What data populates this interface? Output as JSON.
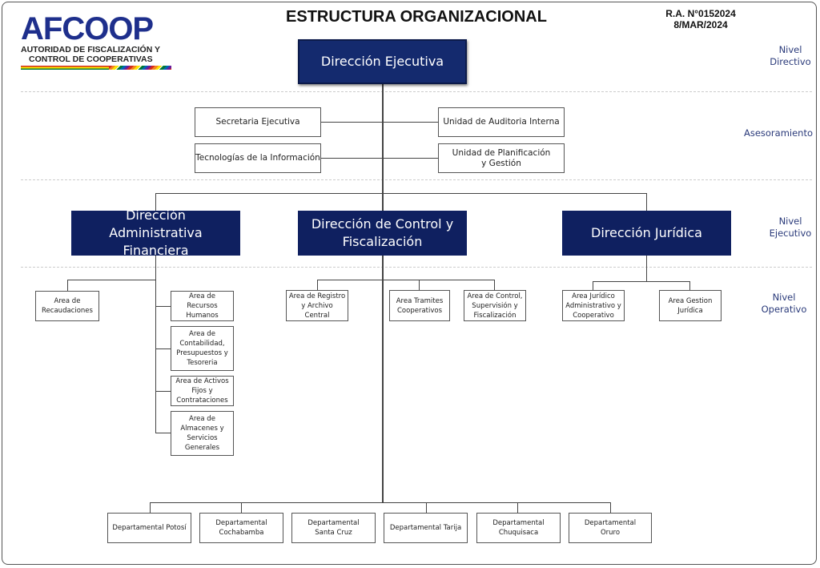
{
  "header": {
    "logo": {
      "brand": "AFCOOP",
      "subtitle_line1": "AUTORIDAD DE FISCALIZACIÓN Y",
      "subtitle_line2": "CONTROL DE COOPERATIVAS"
    },
    "title": "ESTRUCTURA ORGANIZACIONAL",
    "resolution": "R.A. N°0152024",
    "date": "8/MAR/2024"
  },
  "levels": {
    "directivo": [
      "Nivel",
      "Directivo"
    ],
    "asesoramiento": "Asesoramiento",
    "ejecutivo": [
      "Nivel",
      "Ejecutivo"
    ],
    "operativo": [
      "Nivel",
      "Operativo"
    ]
  },
  "colors": {
    "primary_box": "#0f2060",
    "level_label": "#2a3a7a"
  },
  "org": {
    "executive": "Dirección Ejecutiva",
    "advisory": {
      "left": [
        "Secretaria Ejecutiva",
        "Tecnologías de la Información"
      ],
      "right": [
        "Unidad de Auditoria Interna",
        "Unidad de Planificación y Gestión"
      ]
    },
    "directorates": [
      {
        "name": "Dirección Administrativa Financiera",
        "areas": [
          "Area de Recaudaciones",
          "Area de Recursos Humanos",
          "Area de Contabilidad, Presupuestos y Tesoreria",
          "Area de Activos Fijos y Contrataciones",
          "Area de Almacenes y Servicios Generales"
        ]
      },
      {
        "name": "Dirección de Control y Fiscalización",
        "areas": [
          "Area de Registro y Archivo Central",
          "Area Tramites Cooperativos",
          "Area de Control, Supervisión y Fiscalización"
        ]
      },
      {
        "name": "Dirección Jurídica",
        "areas": [
          "Area Jurídico Administrativo y Cooperativo",
          "Area Gestion Jurídica"
        ]
      }
    ],
    "departmentals": [
      "Departamental Potosí",
      "Departamental Cochabamba",
      "Departamental Santa Cruz",
      "Departamental Tarija",
      "Departamental Chuquisaca",
      "Departamental Oruro"
    ]
  }
}
